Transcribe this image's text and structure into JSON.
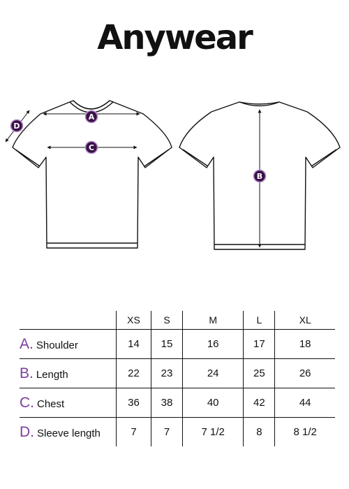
{
  "brand": {
    "name": "Anywear"
  },
  "colors": {
    "marker_fill": "#3a1147",
    "marker_ring": "#b38ac9",
    "letter": "#7a3fa0",
    "line": "#111111"
  },
  "diagram": {
    "front_markers": {
      "a": "A",
      "c": "C",
      "d": "D"
    },
    "back_markers": {
      "b": "B"
    }
  },
  "size_table": {
    "sizes": [
      "XS",
      "S",
      "M",
      "L",
      "XL"
    ],
    "rows": [
      {
        "letter": "A.",
        "name": "Shoulder",
        "values": [
          "14",
          "15",
          "16",
          "17",
          "18"
        ]
      },
      {
        "letter": "B.",
        "name": "Length",
        "values": [
          "22",
          "23",
          "24",
          "25",
          "26"
        ]
      },
      {
        "letter": "C.",
        "name": "Chest",
        "values": [
          "36",
          "38",
          "40",
          "42",
          "44"
        ]
      },
      {
        "letter": "D.",
        "name": "Sleeve length",
        "values": [
          "7",
          "7",
          "7 1/2",
          "8",
          "8 1/2"
        ]
      }
    ]
  }
}
